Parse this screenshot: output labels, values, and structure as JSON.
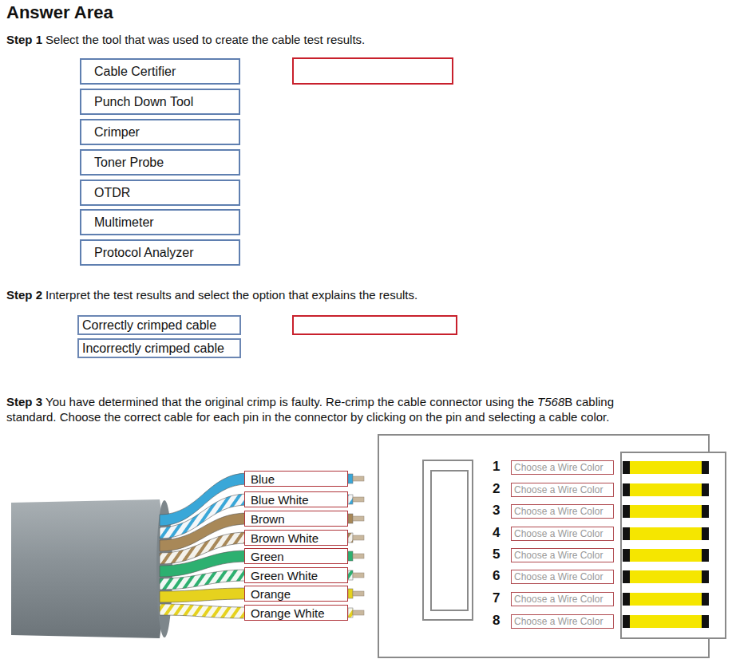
{
  "diagram": {
    "title": "Answer Area",
    "nodes": [
      {
        "text": [
          "Cable Certifier"
        ]
      },
      {
        "text": [
          "Punch Down Tool"
        ]
      },
      {
        "text": [
          "Crimper"
        ]
      },
      {
        "text": [
          "Toner Probe"
        ]
      },
      {
        "text": [
          "OTDR"
        ]
      },
      {
        "text": [
          "Multimeter"
        ]
      },
      {
        "text": [
          "Protocol Analyzer"
        ]
      },
      {
        "text": [
          "Correctly crimped cable"
        ]
      },
      {
        "text": [
          "Incorrectly crimped cable"
        ]
      },
      {
        "text": [
          "Blue"
        ]
      },
      {
        "text": [
          "Blue White"
        ]
      },
      {
        "text": [
          "Brown"
        ]
      },
      {
        "text": [
          "Brown White"
        ]
      },
      {
        "text": [
          "Green"
        ]
      },
      {
        "text": [
          "Green White"
        ]
      },
      {
        "text": [
          "Orange"
        ]
      },
      {
        "text": [
          "Orange White"
        ]
      },
      {
        "text": [
          "Choose a Wire Color"
        ]
      },
      {
        "text": [
          "Choose a Wire Color"
        ]
      },
      {
        "text": [
          "Choose a Wire Color"
        ]
      },
      {
        "text": [
          "Choose a Wire Color"
        ]
      },
      {
        "text": [
          "Choose a Wire Color"
        ]
      },
      {
        "text": [
          "Choose a Wire Color"
        ]
      },
      {
        "text": [
          "Choose a Wire Color"
        ]
      },
      {
        "text": [
          "Choose a Wire Color"
        ]
      }
    ],
    "labels": [
      "Step 1",
      "Select the tool that was used to create the cable test results.",
      "Step 2",
      "Interpret the test results and select the option that explains the results.",
      "Step 3",
      "You have determined that the original crimp is faulty. Re-crimp the cable connector using the",
      "T568",
      "B cabling standard. Choose the correct cable for each pin in the connector by clicking on the pin and selecting a cable color.",
      "1",
      "2",
      "3",
      "4",
      "5",
      "6",
      "7",
      "8"
    ]
  }
}
